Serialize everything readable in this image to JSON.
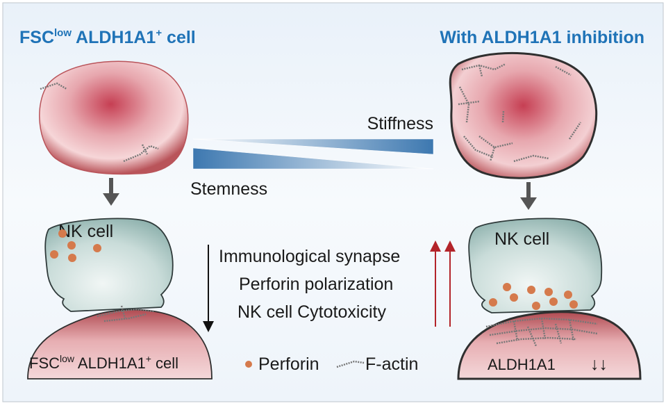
{
  "left": {
    "title_a": "FSC",
    "title_sup": "low",
    "title_b": " ALDH1A1",
    "title_plus": "+",
    "title_c": " cell",
    "nk_label": "NK cell",
    "bottom_a": "FSC",
    "bottom_sup": "low",
    "bottom_b": " ALDH1A1",
    "bottom_plus": "+",
    "bottom_c": " cell"
  },
  "right": {
    "title": "With ALDH1A1 inhibition",
    "nk_label": "NK cell",
    "bottom_label": "ALDH1A1",
    "bottom_arrows": "↓↓"
  },
  "center": {
    "stiffness": "Stiffness",
    "stemness": "Stemness",
    "effects": [
      "Immunological synapse",
      "Perforin polarization",
      "NK cell Cytotoxicity"
    ]
  },
  "legend": {
    "perforin": "Perforin",
    "factin": "F-actin"
  },
  "colors": {
    "title_blue": "#1f73b7",
    "cell_red": "#b9545a",
    "nk_teal": "#9fc0bc",
    "perforin_orange": "#d57a4c",
    "wedge_blue": "#3d78b0",
    "arrow_red": "#b3242a"
  }
}
